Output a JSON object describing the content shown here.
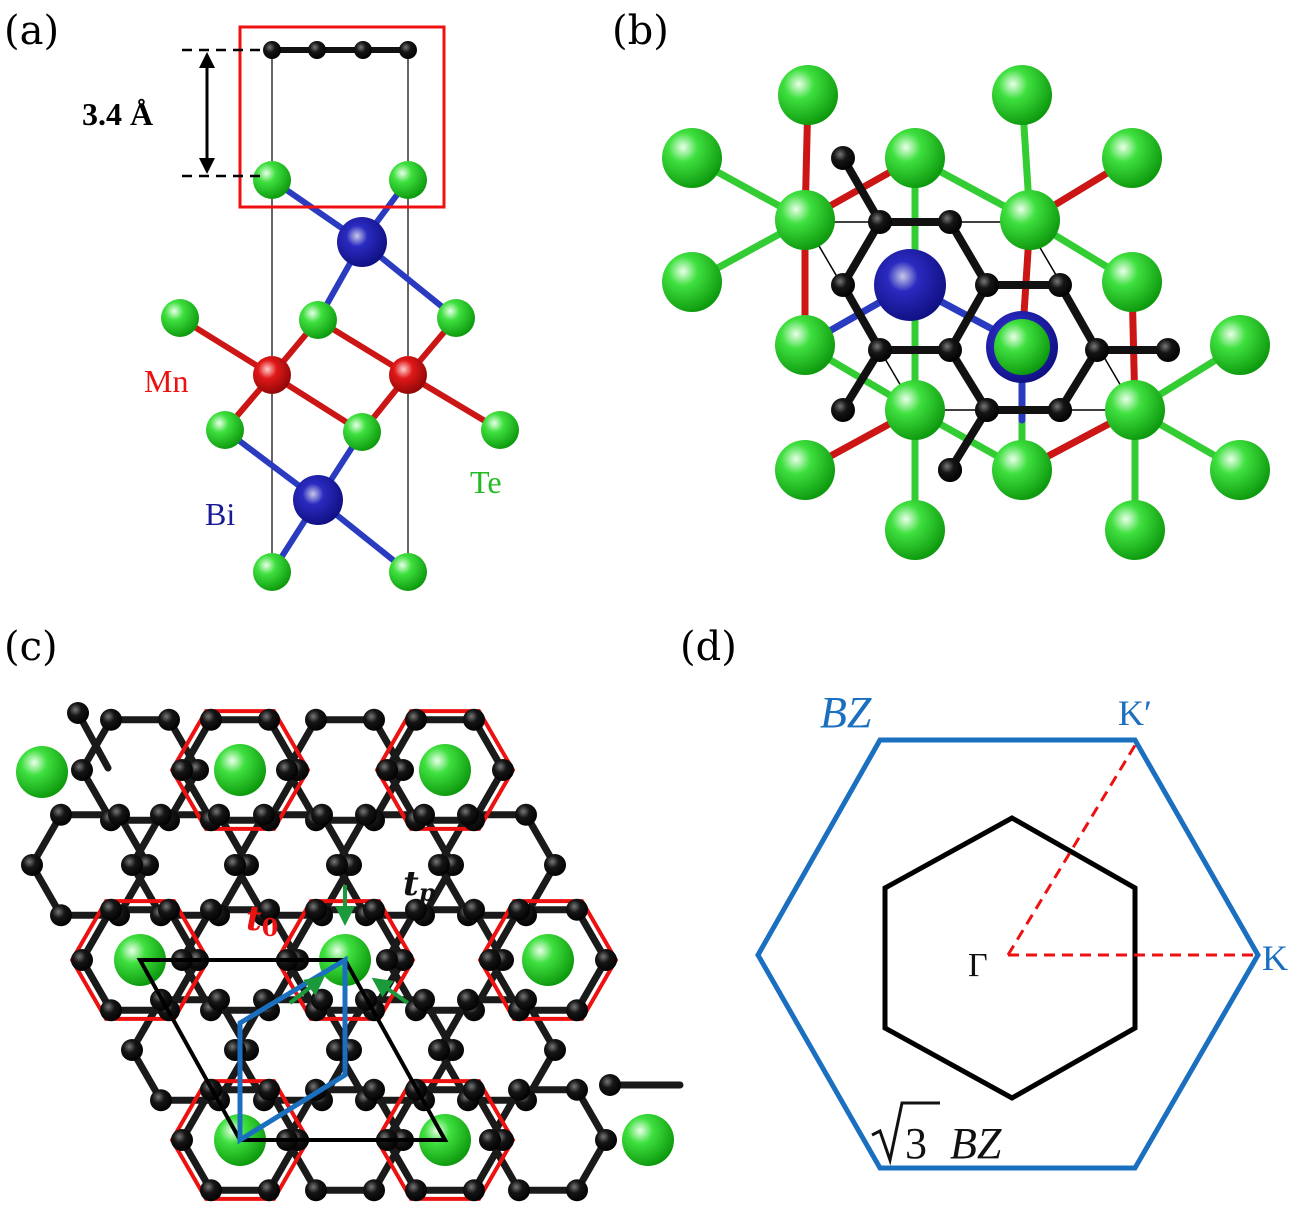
{
  "panels": {
    "a": {
      "label": "(a)",
      "distance": "3.4 Å",
      "elements": {
        "mn": "Mn",
        "bi": "Bi",
        "te": "Te"
      }
    },
    "b": {
      "label": "(b)"
    },
    "c": {
      "label": "(c)",
      "t0_base": "t",
      "t0_sub": "0",
      "tp_base": "t",
      "tp_sub": "p"
    },
    "d": {
      "label": "(d)",
      "bz": "BZ",
      "k_prime": "K′",
      "k": "K",
      "gamma": "Γ",
      "sqrt3": "3",
      "sqrt3_bz": "BZ"
    }
  },
  "colors": {
    "carbon": "#111111",
    "te": "#22cc22",
    "mn": "#dd1111",
    "bi": "#1a1aaa",
    "bz_blue": "#1a6fbf",
    "red_hex": "#ee1111",
    "arrow_green": "#1a9a3a"
  }
}
